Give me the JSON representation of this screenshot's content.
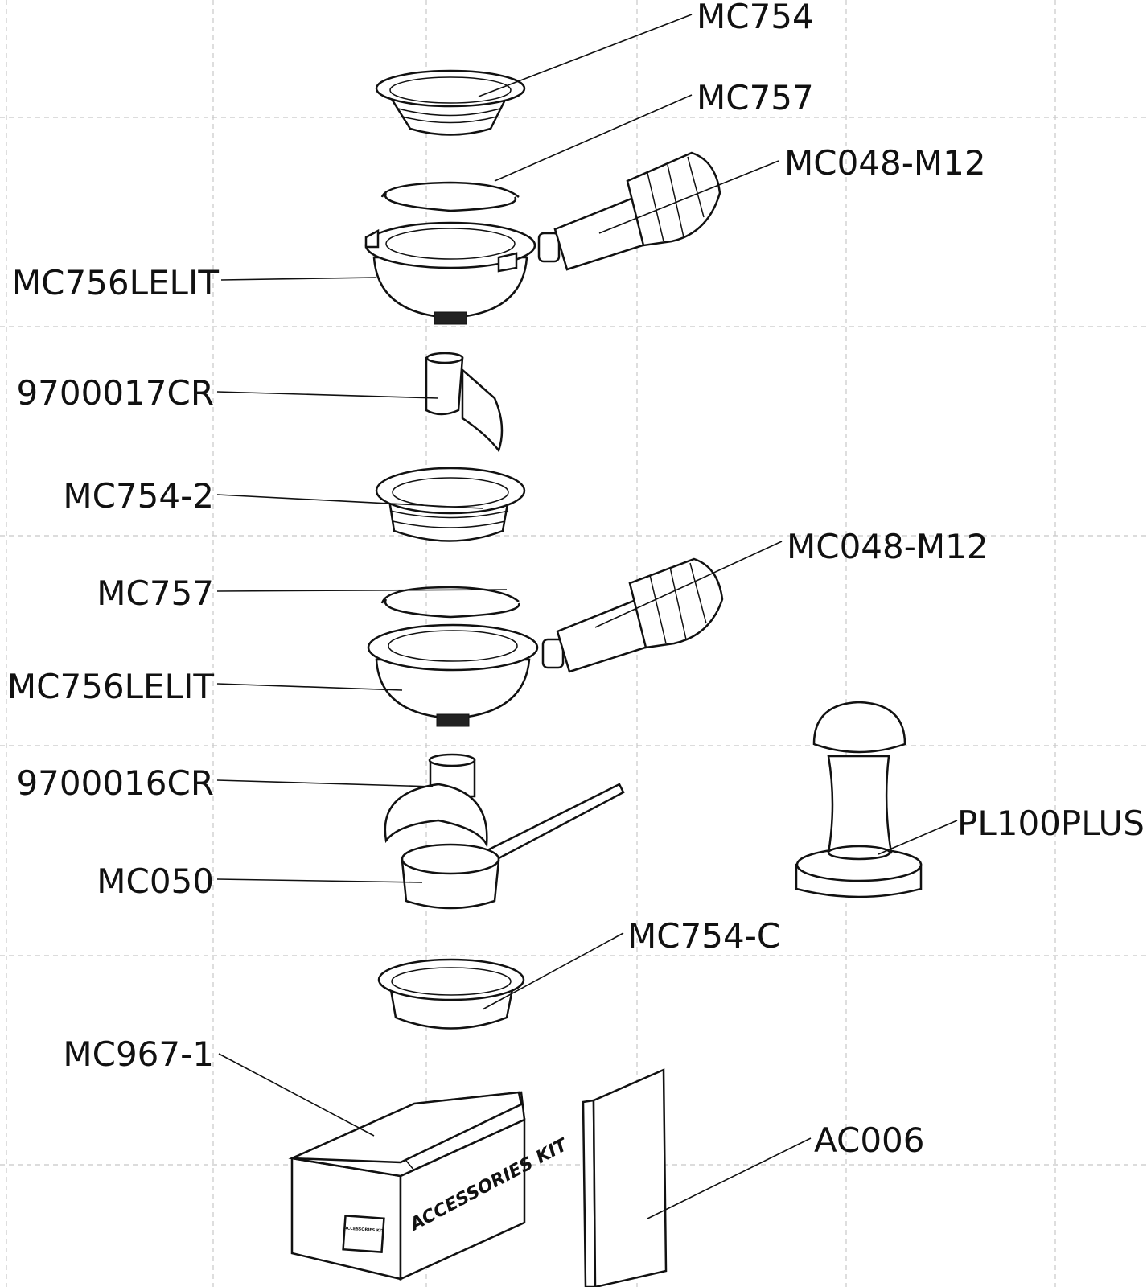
{
  "labels": {
    "mc754": "MC754",
    "mc757_top": "MC757",
    "mc048_top": "MC048-M12",
    "mc756_top": "MC756LELIT",
    "p9700017": "9700017CR",
    "mc754_2": "MC754-2",
    "mc048_bottom": "MC048-M12",
    "mc757_bottom": "MC757",
    "mc756_bottom": "MC756LELIT",
    "p9700016": "9700016CR",
    "mc050": "MC050",
    "pl100plus": "PL100PLUS",
    "mc754_c": "MC754-C",
    "mc967_1": "MC967-1",
    "ac006": "AC006"
  },
  "box": {
    "side_text": "ACCESSORIES KIT",
    "sticker_text": "ACCESSORIES KIT"
  },
  "colors": {
    "line": "#111111",
    "grid": "#c8c8c8"
  }
}
